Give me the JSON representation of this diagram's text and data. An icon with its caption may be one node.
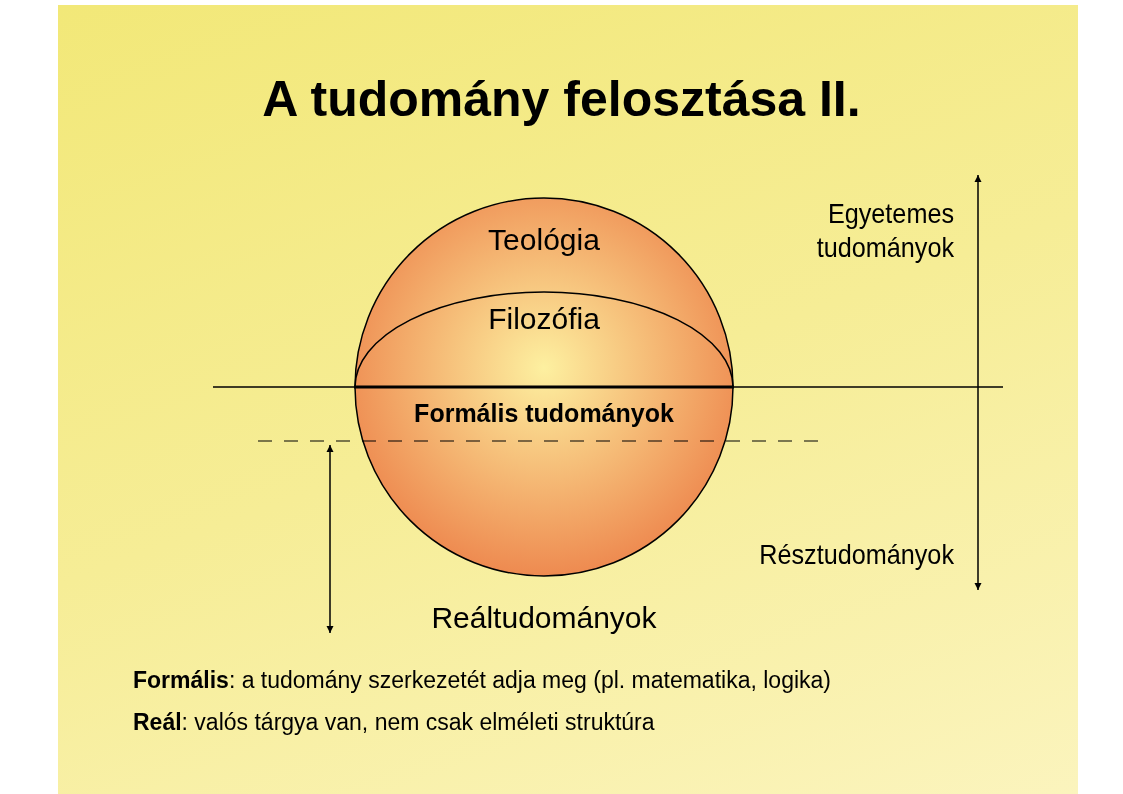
{
  "diagram": {
    "title": "A tudomány felosztása II.",
    "nodes": [
      {
        "text": [
          "Teológia"
        ]
      },
      {
        "text": [
          "Filozófia"
        ],
        "in": 0
      }
    ],
    "edges": [],
    "labels": [
      "Formális tudományok",
      "Egyetemes tudományok",
      "Résztudományok",
      "Reáltudományok",
      "**Formális**: a tudomány szerkezetét adja meg (pl. matematika, logika)",
      "**Reál**: valós tárgya van, nem csak elméleti struktúra"
    ]
  }
}
